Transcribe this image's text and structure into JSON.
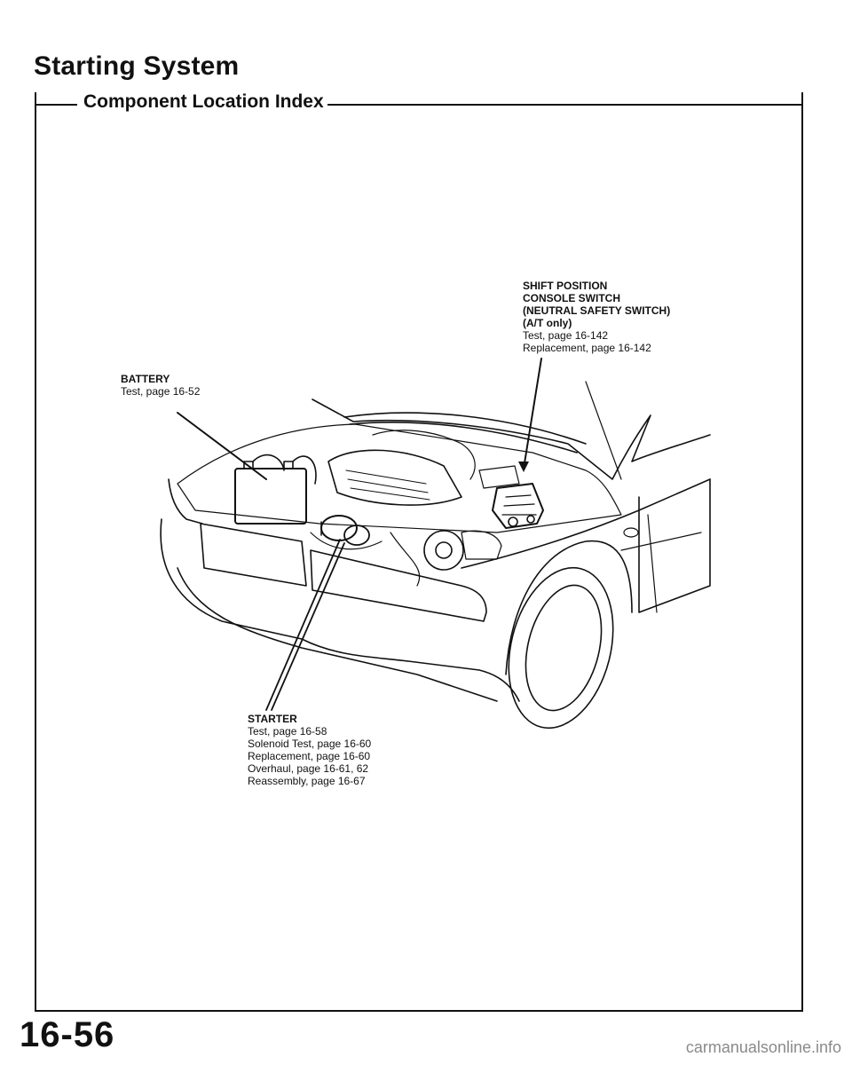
{
  "page": {
    "title": "Starting System",
    "section_title": "Component Location Index",
    "page_number": "16-56",
    "watermark": "carmanualsonline.info"
  },
  "callouts": {
    "shift_position": {
      "lines": [
        "SHIFT POSITION",
        "CONSOLE SWITCH",
        "(NEUTRAL SAFETY SWITCH)",
        "(A/T only)",
        "Test, page 16-142",
        "Replacement, page 16-142"
      ]
    },
    "battery": {
      "lines": [
        "BATTERY",
        "Test, page 16-52"
      ]
    },
    "starter": {
      "lines": [
        "STARTER",
        "Test, page 16-58",
        "Solenoid Test, page 16-60",
        "Replacement, page 16-60",
        "Overhaul, page 16-61, 62",
        "Reassembly, page 16-67"
      ]
    }
  },
  "colors": {
    "ink": "#111111",
    "paper": "#ffffff",
    "watermark": "#8a8a8a"
  }
}
